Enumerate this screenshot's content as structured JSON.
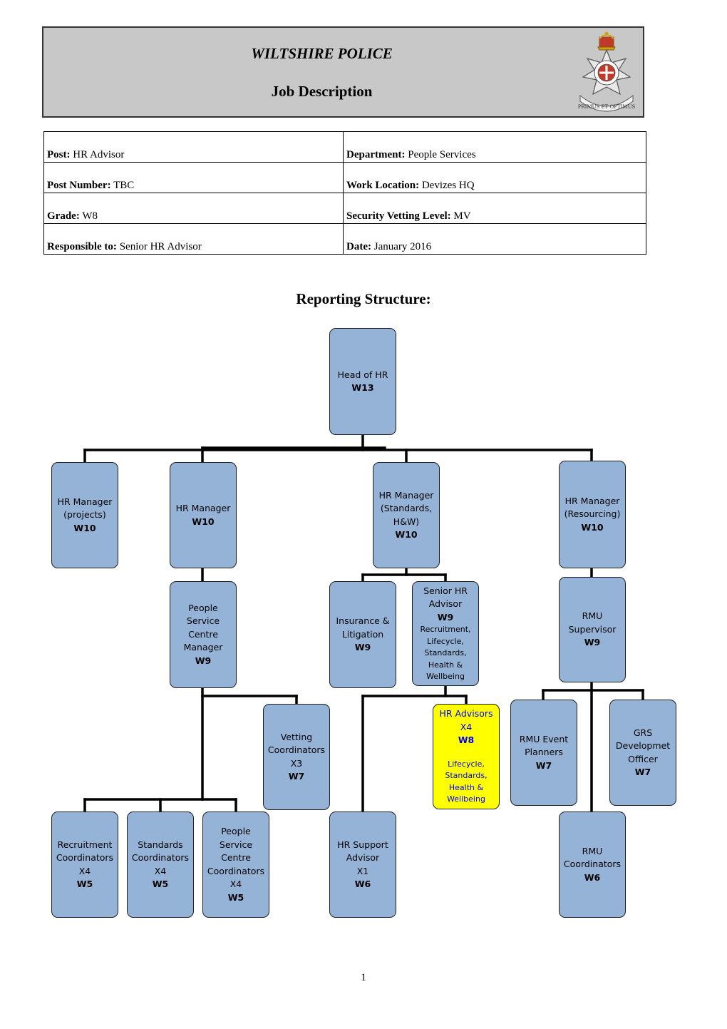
{
  "header": {
    "organisation": "WILTSHIRE POLICE",
    "document_title": "Job Description",
    "crest_motto": "PRIMUS ET OPTIMUS"
  },
  "details": {
    "post": {
      "label": "Post:",
      "value": "HR Advisor"
    },
    "department": {
      "label": "Department:",
      "value": "People Services"
    },
    "post_number": {
      "label": "Post Number:",
      "value": "TBC"
    },
    "work_location": {
      "label": "Work Location:",
      "value": "Devizes HQ"
    },
    "grade": {
      "label": "Grade:",
      "value": "W8"
    },
    "vetting": {
      "label": "Security Vetting Level:",
      "value": "MV"
    },
    "responsible_to": {
      "label": "Responsible to:",
      "value": "Senior HR Advisor"
    },
    "date": {
      "label": "Date:",
      "value": "January 2016"
    }
  },
  "section_title": "Reporting Structure:",
  "org_chart": {
    "head_of_hr": {
      "title": "Head of HR",
      "grade": "W13"
    },
    "hr_manager_projects": {
      "title": "HR Manager\n(projects)",
      "grade": "W10"
    },
    "hr_manager": {
      "title": "HR Manager",
      "grade": "W10"
    },
    "hr_manager_standards": {
      "title": "HR Manager\n(Standards,\nH&W)",
      "grade": "W10"
    },
    "hr_manager_resourcing": {
      "title": "HR Manager\n(Resourcing)",
      "grade": "W10"
    },
    "psc_manager": {
      "title": "People\nService\nCentre\nManager",
      "grade": "W9"
    },
    "insurance_litigation": {
      "title": "Insurance &\nLitigation",
      "grade": "W9"
    },
    "senior_hr_advisor": {
      "title": "Senior HR\nAdvisor",
      "grade": "W9",
      "note": "Recruitment,\nLifecycle,\nStandards,\nHealth &\nWellbeing"
    },
    "rmu_supervisor": {
      "title": "RMU\nSupervisor",
      "grade": "W9"
    },
    "vetting_coordinators": {
      "title": "Vetting\nCoordinators\nX3",
      "grade": "W7"
    },
    "hr_advisors": {
      "title": "HR Advisors\nX4",
      "grade": "W8",
      "note": "Lifecycle,\nStandards,\nHealth &\nWellbeing"
    },
    "rmu_event_planners": {
      "title": "RMU Event\nPlanners",
      "grade": "W7"
    },
    "grs_development_officer": {
      "title": "GRS\nDevelopmet\nOfficer",
      "grade": "W7"
    },
    "recruitment_coordinators": {
      "title": "Recruitment\nCoordinators\nX4",
      "grade": "W5"
    },
    "standards_coordinators": {
      "title": "Standards\nCoordinators\nX4",
      "grade": "W5"
    },
    "psc_coordinators": {
      "title": "People\nService\nCentre\nCoordinators\nX4",
      "grade": "W5"
    },
    "hr_support_advisor": {
      "title": "HR Support\nAdvisor\nX1",
      "grade": "W6"
    },
    "rmu_coordinators": {
      "title": "RMU\nCoordinators",
      "grade": "W6"
    },
    "highlight_color": "#ffff00",
    "box_color": "#95b3d7"
  },
  "page_number": "1"
}
